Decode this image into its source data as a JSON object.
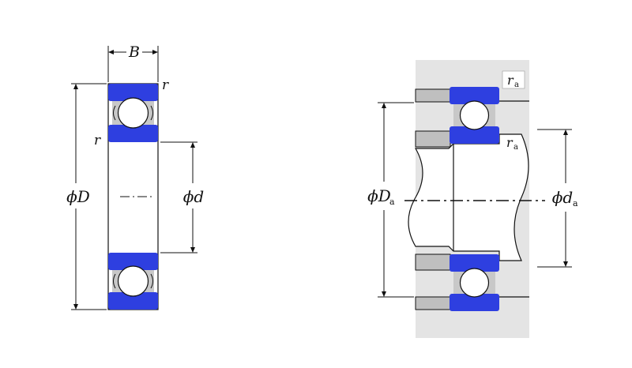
{
  "left_view": {
    "width_label": "B",
    "chamfer_label": "r",
    "outer_diameter_label": "ϕD",
    "bore_diameter_label": "ϕd"
  },
  "right_view": {
    "housing_fillet_label": "r",
    "housing_fillet_subscript": "a",
    "shaft_fillet_label": "r",
    "shaft_fillet_subscript": "a",
    "housing_shoulder_label": "ϕD",
    "housing_shoulder_subscript": "a",
    "shaft_shoulder_label": "ϕd",
    "shaft_shoulder_subscript": "a"
  },
  "colors": {
    "ring": "#2e3fe0",
    "ball": "#ffffff",
    "cage": "#c8c8c8",
    "housing": "#e4e4e4",
    "shoulder": "#bfbfbf",
    "line": "#111111"
  }
}
